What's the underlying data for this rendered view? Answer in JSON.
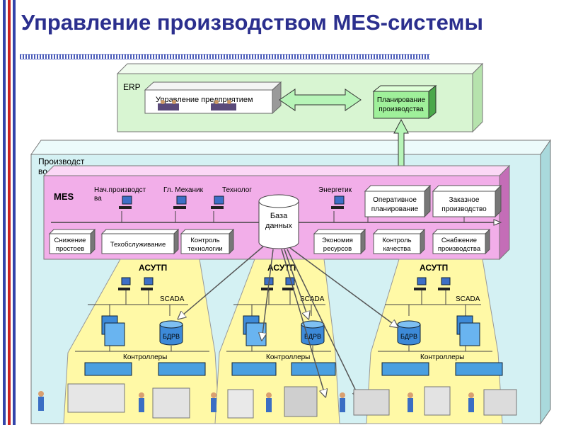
{
  "title": "Управление производством MES-системы",
  "colors": {
    "title": "#2b2f8e",
    "erp_fill": "#d8f5d2",
    "production_fill": "#d4f1f3",
    "mes_fill": "#f2aee9",
    "acsutp_fill": "#fff9a6",
    "arrow_fill": "#b7f5b8"
  },
  "erp": {
    "label": "ERP",
    "enterprise_box": "Управление предприятием",
    "planning_box": [
      "Планирование",
      "производства"
    ]
  },
  "production": {
    "label": [
      "Производст",
      "во"
    ]
  },
  "mes": {
    "label": "MES",
    "roles": [
      {
        "text": [
          "Нач.производст",
          "ва"
        ]
      },
      {
        "text": [
          "Гл. Механик"
        ]
      },
      {
        "text": [
          "Технолог"
        ]
      },
      {
        "text": [
          "Энергетик"
        ]
      }
    ],
    "top_boxes": [
      {
        "text": [
          "Оперативное",
          "планирование"
        ]
      },
      {
        "text": [
          "Заказное",
          "производство"
        ]
      }
    ],
    "modules": [
      {
        "text": [
          "Снижение",
          "простоев"
        ]
      },
      {
        "text": [
          "Техобслуживание"
        ]
      },
      {
        "text": [
          "Контроль",
          "технологии"
        ]
      },
      {
        "text": [
          "Экономия",
          "ресурсов"
        ]
      },
      {
        "text": [
          "Контроль",
          "качества"
        ]
      },
      {
        "text": [
          "Снабжение",
          "производства"
        ]
      }
    ],
    "database": [
      "База",
      "данных"
    ]
  },
  "acsutp": {
    "label": "АСУТП",
    "scada": "SCADA",
    "bdrv": "БДРВ",
    "controllers": "Контроллеры"
  }
}
